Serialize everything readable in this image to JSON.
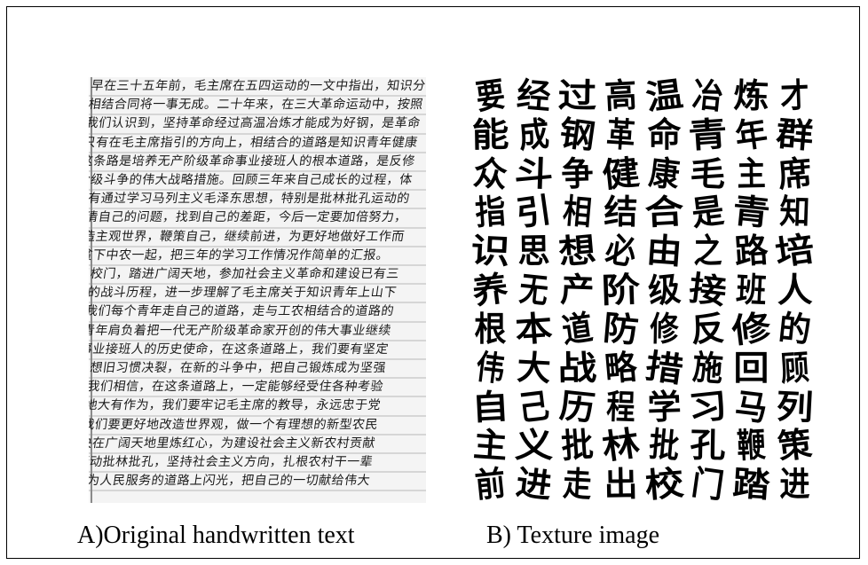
{
  "captions": {
    "a": "A)Original handwritten text",
    "b": "B) Texture image"
  },
  "handwritten_lines": [
    "早在三十五年前，毛主席在五四运动的一文中指出，知识分子如果不和工农",
    "相结合同将一事无成。二十年来，在三大革命运动中，按照毛主席教导的必要",
    "我们认识到，坚持革命经过高温冶炼才能成为好钢，是革命青年的必由之路。",
    "只有在毛主席指引的方向上，相结合的道路是知识青年健康成长的唯一道路。",
    "这条路是培养无产阶级革命事业接班人的根本道路，是反修防修的战略措施。",
    "阶级斗争的伟大战略措施。回顾三年来自己成长的过程，体会深刻。",
    "只有通过学习马列主义毛泽东思想，特别是批林批孔运动的学习，才能",
    "认清自己的问题，找到自己的差距，今后一定要加倍努力，改造世界观。",
    "改造主观世界，鞭策自己，继续前进，为更好地做好工作而奋斗。",
    "和贫下中农一起，把三年的学习工作情况作简单的汇报。",
    "走出校门，踏进广阔天地，参加社会主义革命和建设已有三年之久。回顾自己",
    "经过的战斗历程，进一步理解了毛主席关于知识青年上山下乡的指示。",
    "这是我们每个青年走自己的道路，走与工农相结合的道路的一件大事。",
    "革命青年肩负着把一代无产阶级革命家开创的伟大事业继续推向前进。",
    "革命事业接班人的历史使命，在这条道路上，我们要有坚定不移的决心。",
    "同旧思想旧习惯决裂，在新的斗争中，把自己锻炼成为坚强的接班人。",
    "团结，我们相信，在这条道路上，一定能够经受住各种考验，继续前进。",
    "广阔天地大有作为，我们要牢记毛主席的教导，永远忠于党的事业。",
    "今后，我们要更好地改造世界观，做一个有理想的新型农民，革命到底。",
    "我们坚决在广阔天地里炼红心，为建设社会主义新农村贡献力量。",
    "以实际行动批林批孔，坚持社会主义方向，扎根农村干一辈子革命。",
    "让青春在为人民服务的道路上闪光，把自己的一切献给伟大的事业。"
  ],
  "texture_rows": [
    [
      "要",
      "经",
      "过",
      "高",
      "温",
      "冶",
      "炼",
      "才"
    ],
    [
      "能",
      "成",
      "钢",
      "革",
      "命",
      "青",
      "年",
      "群"
    ],
    [
      "众",
      "斗",
      "争",
      "健",
      "康",
      "毛",
      "主",
      "席"
    ],
    [
      "指",
      "引",
      "相",
      "结",
      "合",
      "是",
      "青",
      "知"
    ],
    [
      "识",
      "思",
      "想",
      "必",
      "由",
      "之",
      "路",
      "培"
    ],
    [
      "养",
      "无",
      "产",
      "阶",
      "级",
      "接",
      "班",
      "人"
    ],
    [
      "根",
      "本",
      "道",
      "防",
      "修",
      "反",
      "修",
      "的"
    ],
    [
      "伟",
      "大",
      "战",
      "略",
      "措",
      "施",
      "回",
      "顾"
    ],
    [
      "自",
      "己",
      "历",
      "程",
      "学",
      "习",
      "马",
      "列"
    ],
    [
      "主",
      "义",
      "批",
      "林",
      "批",
      "孔",
      "鞭",
      "策"
    ],
    [
      "前",
      "进",
      "走",
      "出",
      "校",
      "门",
      "踏",
      "进"
    ]
  ]
}
